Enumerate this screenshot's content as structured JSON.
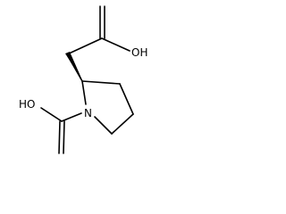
{
  "labels": {
    "ring_nitrogen": "N",
    "side_chain_acid_oh": "OH",
    "carbamic_acid_oh": "HO"
  },
  "colors": {
    "bond": "#000000",
    "text": "#000000",
    "background": "#ffffff"
  }
}
